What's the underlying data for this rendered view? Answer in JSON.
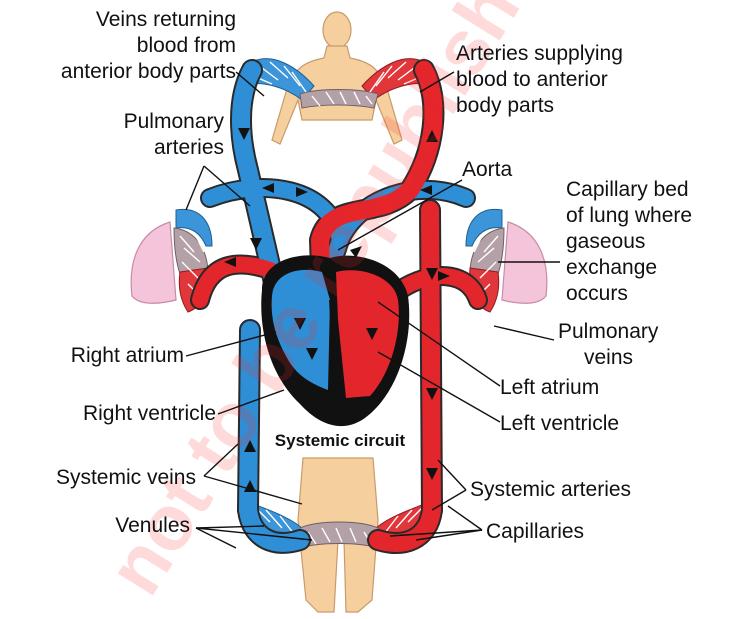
{
  "watermark": "not to be republished",
  "labels": {
    "veins_anterior_1": "Veins returning",
    "veins_anterior_2": "blood from",
    "veins_anterior_3": "anterior body parts",
    "arteries_anterior_1": "Arteries supplying",
    "arteries_anterior_2": "blood to anterior",
    "arteries_anterior_3": "body parts",
    "pulmonary_arteries_1": "Pulmonary",
    "pulmonary_arteries_2": "arteries",
    "aorta": "Aorta",
    "capillary_bed_1": "Capillary bed",
    "capillary_bed_2": "of lung where",
    "capillary_bed_3": "gaseous",
    "capillary_bed_4": "exchange",
    "capillary_bed_5": "occurs",
    "pulmonary_veins_1": "Pulmonary",
    "pulmonary_veins_2": "veins",
    "right_atrium": "Right atrium",
    "left_atrium": "Left atrium",
    "right_ventricle": "Right ventricle",
    "left_ventricle": "Left ventricle",
    "systemic_circuit": "Systemic circuit",
    "systemic_veins": "Systemic veins",
    "systemic_arteries": "Systemic arteries",
    "venules": "Venules",
    "capillaries": "Capillaries"
  },
  "colors": {
    "deoxygenated_blood": "#2e8fd6",
    "oxygenated_blood": "#e3262b",
    "heart_outline": "#111111",
    "body_skin": "#f6cf9e",
    "lung": "#f3c4da"
  }
}
